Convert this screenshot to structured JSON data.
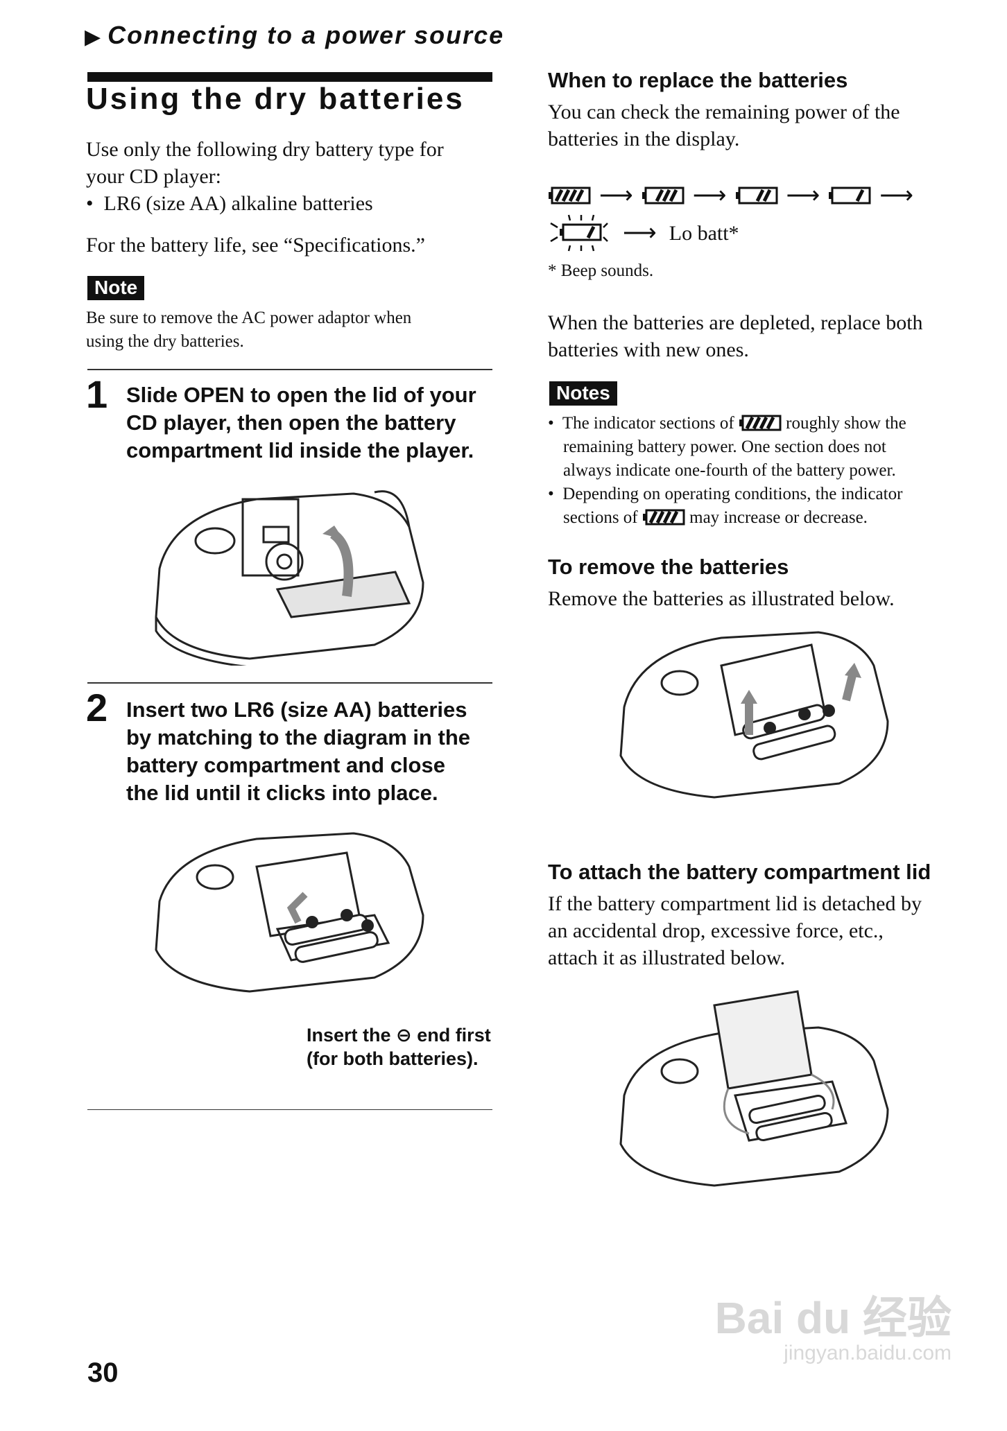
{
  "header": {
    "section": "Connecting to a power source",
    "title": "Using the dry batteries"
  },
  "left": {
    "intro_line1": "Use only the following dry battery type for",
    "intro_line2": "your CD player:",
    "bullet": "LR6 (size AA) alkaline batteries",
    "battery_life": "For the battery life, see “Specifications.”",
    "note_label": "Note",
    "note_line1": "Be sure to remove the AC power adaptor when",
    "note_line2": "using the dry batteries.",
    "step1_num": "1",
    "step1_line1": "Slide OPEN to open the lid of your",
    "step1_line2": "CD player, then open the battery",
    "step1_line3": "compartment lid inside the player.",
    "step2_num": "2",
    "step2_line1": "Insert two LR6 (size AA) batteries",
    "step2_line2": "by matching to the diagram in the",
    "step2_line3": "battery compartment and close",
    "step2_line4": "the lid until it clicks into place.",
    "caption_pre": "Insert the",
    "caption_symbol": "⊖",
    "caption_post": "end first",
    "caption_line2": "(for both batteries)."
  },
  "right": {
    "replace_heading": "When to replace the batteries",
    "replace_line1": "You can check the remaining power of the",
    "replace_line2": "batteries in the display.",
    "lo_batt": "Lo batt*",
    "beep": "* Beep sounds.",
    "depleted_line1": "When the batteries are depleted, replace both",
    "depleted_line2": "batteries with new ones.",
    "notes_label": "Notes",
    "notes1_line1_pre": "The indicator sections of",
    "notes1_line1_post": "roughly show the",
    "notes1_line2": "remaining battery power. One section does not",
    "notes1_line3": "always indicate one-fourth of the battery power.",
    "notes2_line1": "Depending on operating conditions, the indicator",
    "notes2_line2_pre": "sections of",
    "notes2_line2_post": "may increase or decrease.",
    "remove_heading": "To remove the batteries",
    "remove_text": "Remove the batteries as illustrated below.",
    "attach_heading": "To attach the battery compartment lid",
    "attach_line1": "If the battery compartment lid is detached by",
    "attach_line2": "an accidental drop, excessive force, etc.,",
    "attach_line3": "attach it as illustrated below."
  },
  "footer": {
    "page_number": "30",
    "watermark": "Bai du 经验",
    "watermark_url": "jingyan.baidu.com"
  }
}
